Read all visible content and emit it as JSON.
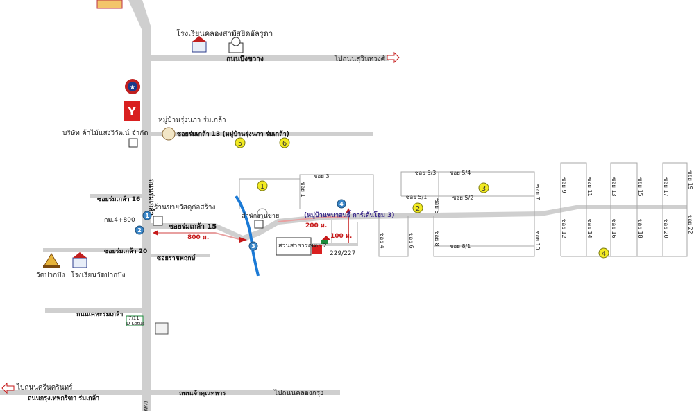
{
  "roads": {
    "main_vertical": "ถนนร่มเกล้า",
    "top_horizontal": "ถนนบึงขวาง",
    "soi_13": "ซอยร่มเกล้า 13 (หมู่บ้านรุ่งนภา ร่มเกล้า)",
    "soi_16": "ซอยร่มเกล้า 16",
    "soi_15": "ซอยร่มเกล้า 15",
    "soi_20": "ซอยร่มเกล้า 20",
    "soi_rat": "ซอยราชพฤกษ์",
    "kheha": "ถนนเคหะร่มเกล้า",
    "bottom_left": "ถนนกรุงเทพกรีฑา ร่มเกล้า",
    "bottom_right": "ถนนเจ้าคุณทหาร",
    "bottom_small": "ถนน",
    "village": "(หมู่บ้านพนาสนธิ์ การ์เด้นโฮม 3)"
  },
  "sois": {
    "s1": "ซอย 1",
    "s2": "ซอย 2",
    "s3": "ซอย 3",
    "s4": "ซอย 4",
    "s5_1": "ซอย 5/1",
    "s5_2": "ซอย 5/2",
    "s5_3": "ซอย 5/3",
    "s5_4": "ซอย 5/4",
    "s5": "ซอย 5",
    "s6": "ซอย 6",
    "s7": "ซอย 7",
    "s8": "ซอย 8",
    "s8_1": "ซอย 8/1",
    "s9": "ซอย 9",
    "s10": "ซอย 10",
    "s11": "ซอย 11",
    "s12": "ซอย 12",
    "s13": "ซอย 13",
    "s14": "ซอย 14",
    "s15": "ซอย 15",
    "s16": "ซอย 16",
    "s17": "ซอย 17",
    "s18": "ซอย 18",
    "s19": "ซอย 19",
    "s20": "ซอย 20",
    "s22": "ซอย 22"
  },
  "places": {
    "school_khlong": "โรงเรียนคลองสาม",
    "mosque": "มัสยิดอัลรูดา",
    "rungnapa": "หมู่บ้านรุ่งนภา ร่มเกล้า",
    "company": "บริษัท ค้าไม้แสงวิวัฒน์ จำกัด",
    "store": "ร้านขายวัสดุก่อสร้าง",
    "km": "กม.4+800",
    "office": "สำนักงานขาย",
    "park": "สวนสาธารณะ",
    "house_no": "229/227",
    "wat": "วัดปากบึง",
    "school_wat": "โรงเรียนวัดปากบึง",
    "seven": "7/11",
    "lotus": "D Lotus"
  },
  "directions": {
    "to_sukhumvit": "ไปถนนสุวินทวงศ์",
    "to_srinakarin": "ไปถนนศรีนครินทร์",
    "to_khlong": "ไปถนนคลองกรุง"
  },
  "distances": {
    "d800": "800 ม.",
    "d200": "200 ม.",
    "d100": "100 ม."
  },
  "markers": {
    "yellow": [
      "1",
      "2",
      "3",
      "4",
      "5",
      "6"
    ],
    "blue": [
      "1",
      "2",
      "3",
      "4"
    ]
  },
  "colors": {
    "road": "#cfcfcf",
    "route": "#c61a1a",
    "marker_yellow": "#f2ea22",
    "marker_blue": "#3a86c8",
    "river": "#1b7ad6"
  }
}
